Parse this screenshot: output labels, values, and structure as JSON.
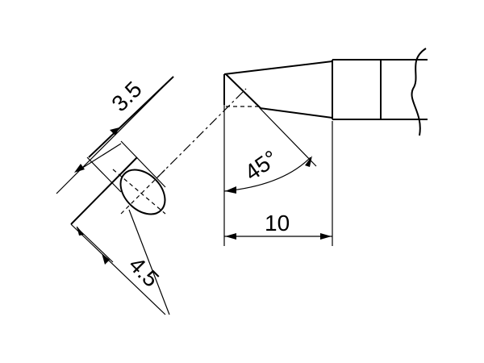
{
  "labels": {
    "dim_3_5": "3.5",
    "dim_4_5": "4.5",
    "dim_10": "10",
    "angle_45": "45°"
  }
}
